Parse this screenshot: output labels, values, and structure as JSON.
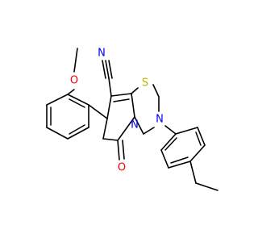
{
  "molecule": {
    "atoms": [
      {
        "id": "n_ring",
        "element": "N",
        "label": "N",
        "color": "#0000ff"
      },
      {
        "id": "n_amine",
        "element": "N",
        "label": "N",
        "color": "#0000ff"
      },
      {
        "id": "n_nitrile",
        "element": "N",
        "label": "N",
        "color": "#0000ff"
      },
      {
        "id": "s_ring",
        "element": "S",
        "label": "S",
        "color": "#b8b800"
      },
      {
        "id": "o_carbonyl",
        "element": "O",
        "label": "O",
        "color": "#ff0000"
      },
      {
        "id": "o_methoxy",
        "element": "O",
        "label": "O",
        "color": "#ff0000"
      }
    ],
    "bond_color": "#000000"
  }
}
